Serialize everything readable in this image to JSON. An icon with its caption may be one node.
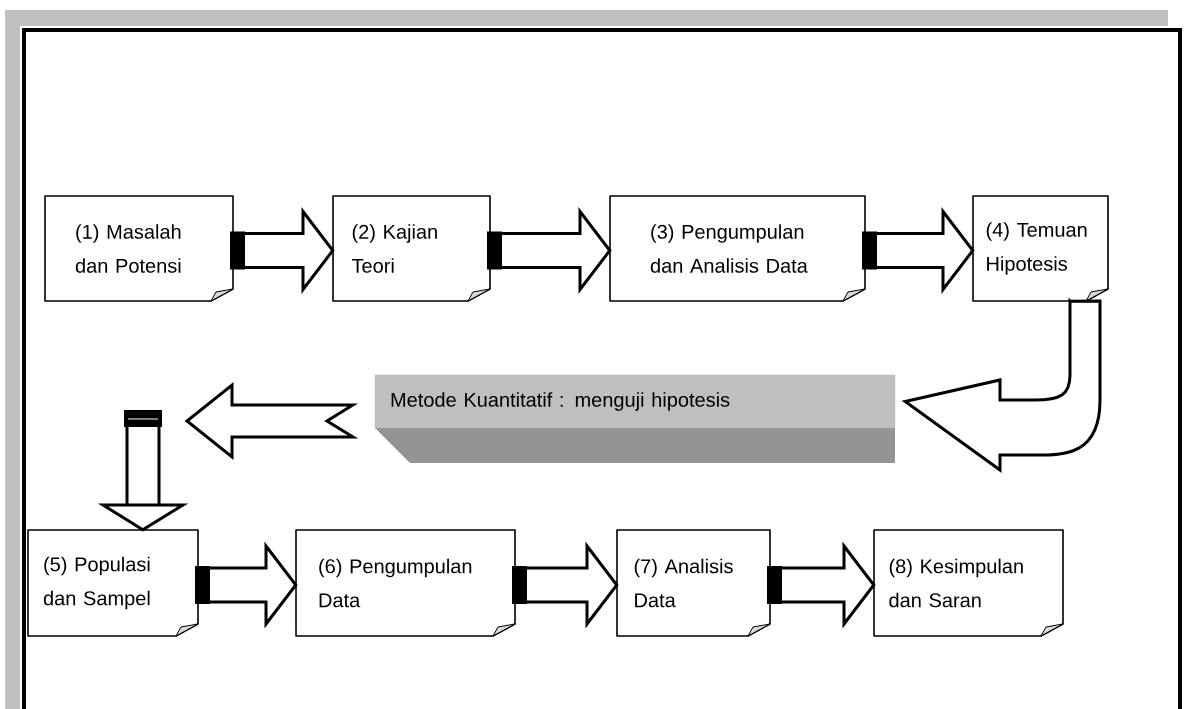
{
  "diagram": {
    "nodes": [
      {
        "text": [
          "(1) Masalah dan Potensi"
        ]
      },
      {
        "text": [
          "(2) Kajian Teori"
        ]
      },
      {
        "text": [
          "(3) Pengumpulan dan Analisis Data"
        ]
      },
      {
        "text": [
          "(4) Temuan Hipotesis"
        ]
      },
      {
        "text": [
          "Metode Kuantitatif : menguji hipotesis"
        ]
      },
      {
        "text": [
          "(5) Populasi dan Sampel"
        ]
      },
      {
        "text": [
          "(6) Pengumpulan Data"
        ]
      },
      {
        "text": [
          "(7) Analisis Data"
        ]
      },
      {
        "text": [
          "(8) Kesimpulan dan Saran"
        ]
      }
    ],
    "edges": [
      {
        "from": 0,
        "to": 1,
        "arrow": "to"
      },
      {
        "from": 1,
        "to": 2,
        "arrow": "to"
      },
      {
        "from": 2,
        "to": 3,
        "arrow": "to"
      },
      {
        "from": 3,
        "to": 4,
        "arrow": "to"
      },
      {
        "from": 4,
        "to": null,
        "arrow": "to"
      },
      {
        "from": null,
        "to": 5,
        "arrow": "to"
      },
      {
        "from": 5,
        "to": 6,
        "arrow": "to"
      },
      {
        "from": 6,
        "to": 7,
        "arrow": "to"
      },
      {
        "from": 7,
        "to": 8,
        "arrow": "to"
      }
    ]
  }
}
